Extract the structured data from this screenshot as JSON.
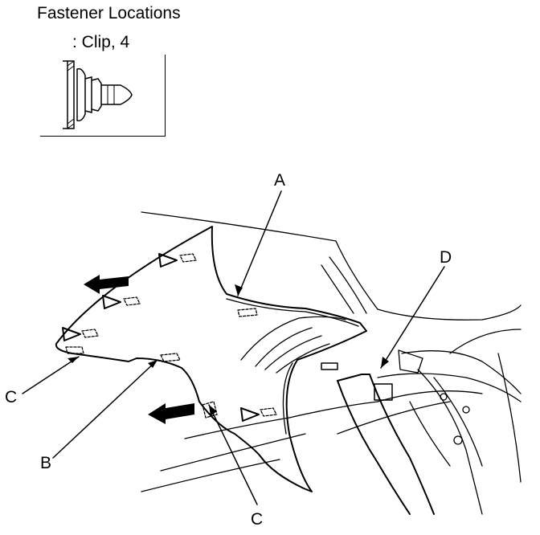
{
  "header": {
    "title": "Fastener Locations",
    "subtitle": ": Clip, 4"
  },
  "callouts": {
    "a": "A",
    "b": "B",
    "c_left": "C",
    "c_bottom": "C",
    "d": "D"
  },
  "colors": {
    "line": "#000000",
    "background": "#ffffff"
  }
}
